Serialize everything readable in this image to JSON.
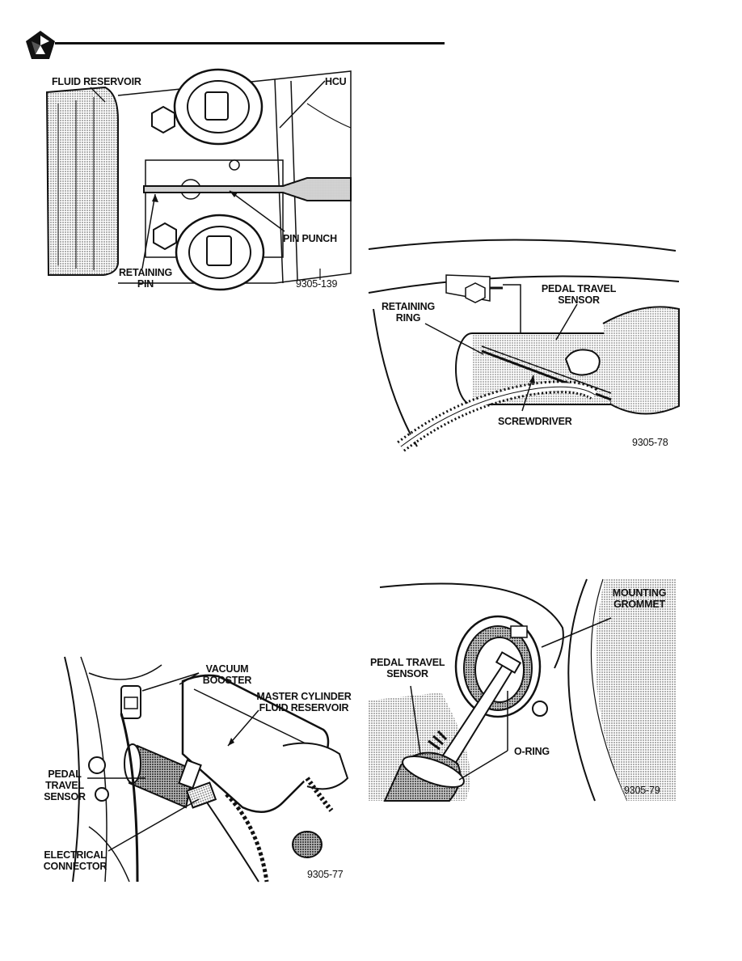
{
  "figures": {
    "fig1": {
      "labels": {
        "fluid_reservoir": "FLUID RESERVOIR",
        "hcu": "HCU",
        "pin_punch": "PIN PUNCH",
        "retaining_pin_1": "RETAINING",
        "retaining_pin_2": "PIN",
        "code": "9305-139"
      }
    },
    "fig2": {
      "labels": {
        "retaining_ring_1": "RETAINING",
        "retaining_ring_2": "RING",
        "pedal_travel_sensor_1": "PEDAL TRAVEL",
        "pedal_travel_sensor_2": "SENSOR",
        "screwdriver": "SCREWDRIVER",
        "code": "9305-78"
      }
    },
    "fig3": {
      "labels": {
        "vacuum_booster_1": "VACUUM",
        "vacuum_booster_2": "BOOSTER",
        "master_cylinder_1": "MASTER CYLINDER",
        "master_cylinder_2": "FLUID RESERVOIR",
        "pedal_travel_1": "PEDAL",
        "pedal_travel_2": "TRAVEL",
        "pedal_travel_3": "SENSOR",
        "electrical_connector_1": "ELECTRICAL",
        "electrical_connector_2": "CONNECTOR",
        "code": "9305-77"
      }
    },
    "fig4": {
      "labels": {
        "mounting_grommet_1": "MOUNTING",
        "mounting_grommet_2": "GROMMET",
        "pedal_travel_sensor_1": "PEDAL TRAVEL",
        "pedal_travel_sensor_2": "SENSOR",
        "o_ring": "O-RING",
        "code": "9305-79"
      }
    }
  }
}
